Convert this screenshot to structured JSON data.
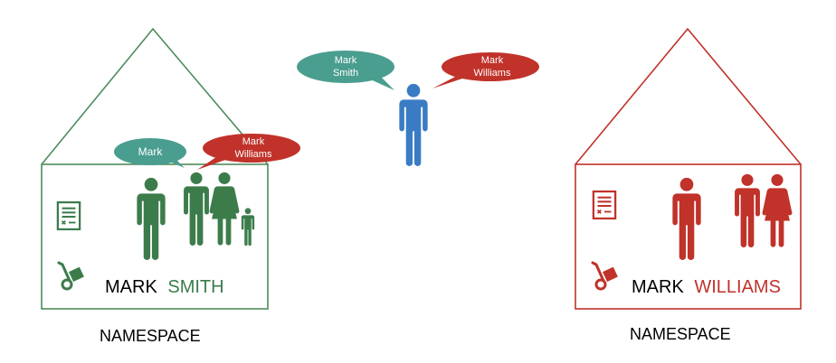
{
  "colors": {
    "green": "#3c7c4b",
    "red": "#c0322a",
    "blue": "#3a7cc3",
    "teal": "#4a9e8f",
    "bubble_red": "#c0322a",
    "text": "#000000"
  },
  "center_person": {
    "bubble_left": {
      "line1": "Mark",
      "line2": "Smith"
    },
    "bubble_right": {
      "line1": "Mark",
      "line2": "Williams"
    }
  },
  "house_smith": {
    "bubble_left": "Mark",
    "bubble_right": {
      "line1": "Mark",
      "line2": "Williams"
    },
    "first_name": "MARK",
    "last_name": "SMITH",
    "label": "NAMESPACE",
    "icons": [
      "document-icon",
      "hand-truck-icon"
    ]
  },
  "house_williams": {
    "first_name": "MARK",
    "last_name": "WILLIAMS",
    "label": "NAMESPACE",
    "icons": [
      "document-icon",
      "hand-truck-icon"
    ]
  }
}
